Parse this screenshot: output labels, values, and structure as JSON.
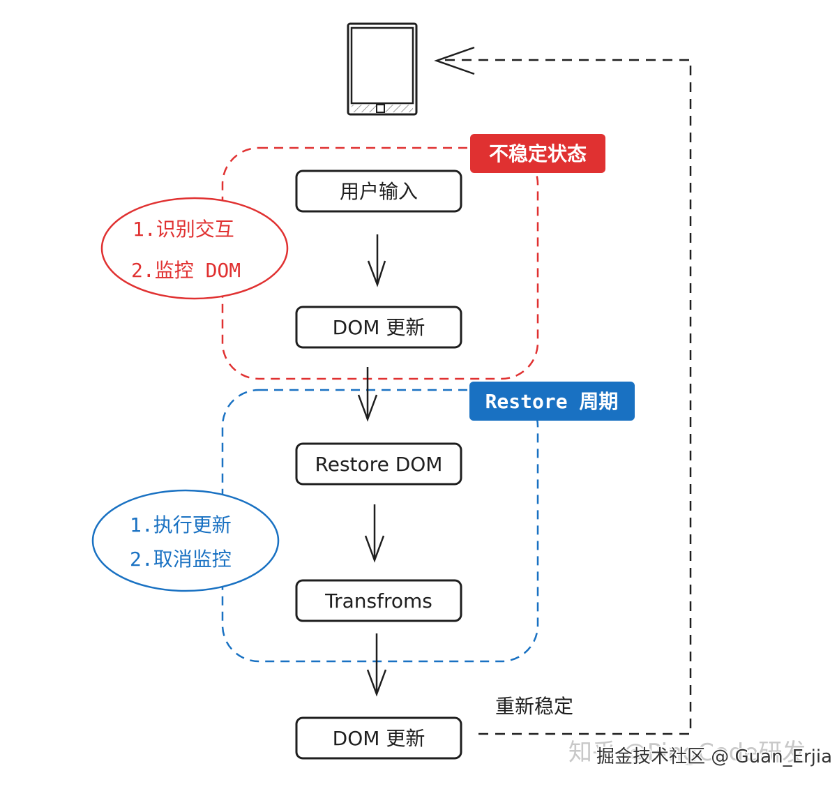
{
  "unstable": {
    "label": "不稳定状态",
    "color": "#e03131",
    "notes": [
      "1.识别交互",
      "2.监控 DOM"
    ]
  },
  "restore": {
    "label": "Restore 周期",
    "color": "#1971c2",
    "notes": [
      "1.执行更新",
      "2.取消监控"
    ]
  },
  "steps": [
    "用户输入",
    "DOM 更新",
    "Restore DOM",
    "Transfroms",
    "DOM 更新"
  ],
  "return_label": "重新稳定",
  "watermark": {
    "back": "知乎 @PingCode研发",
    "front": "掘金技术社区 @ Guan_Erjia"
  }
}
